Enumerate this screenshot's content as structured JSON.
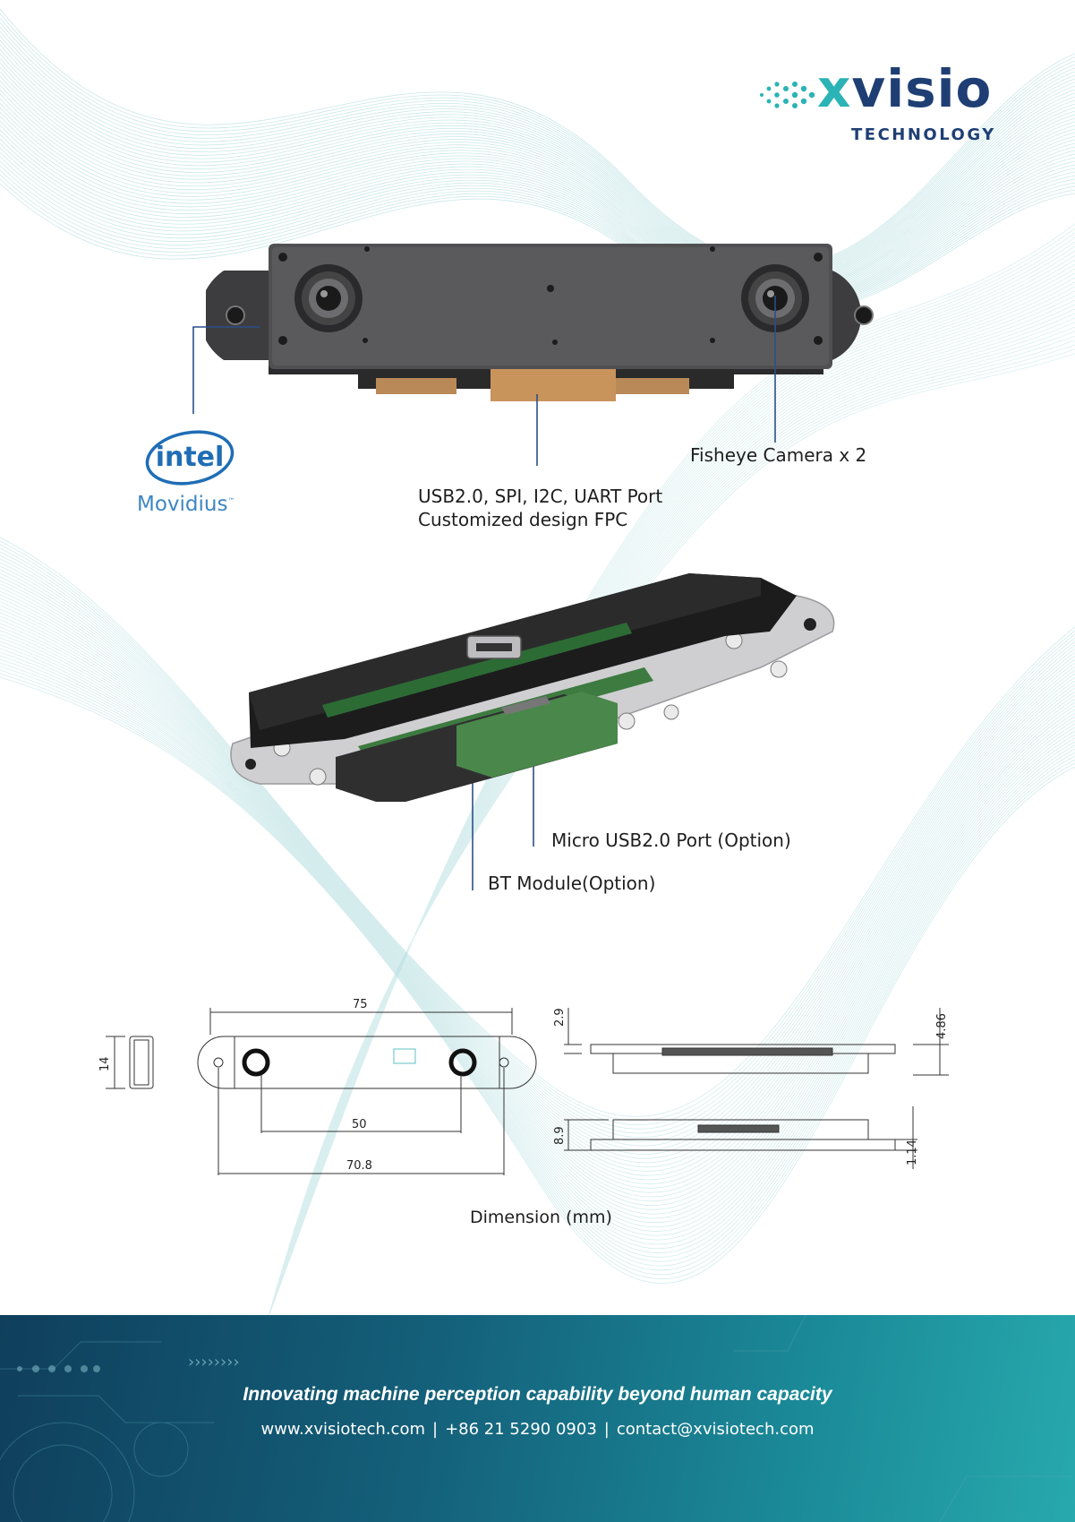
{
  "brand": {
    "logo_word_x": "x",
    "logo_word_rest": "visio",
    "logo_sub": "TECHNOLOGY",
    "accent_color": "#2bb3b5",
    "brand_color": "#1f3f74"
  },
  "partner": {
    "intel_word": "intel",
    "movidius": "Movidius",
    "tm": "™"
  },
  "callouts": {
    "fisheye": "Fisheye Camera x 2",
    "port_line1": "USB2.0, SPI, I2C, UART Port",
    "port_line2": "Customized design FPC",
    "micro_usb": "Micro USB2.0 Port (Option)",
    "bt_module": "BT Module(Option)"
  },
  "dimensions": {
    "title": "Dimension (mm)",
    "overall_length": "75",
    "camera_baseline": "50",
    "hole_spacing": "70.8",
    "height": "14",
    "side_top": "2.9",
    "side_total": "4.86",
    "bottom_total": "8.9",
    "bottom_pcb": "1.14"
  },
  "footer": {
    "tagline": "Innovating machine perception capability beyond human capacity",
    "website": "www.xvisiotech.com",
    "phone": "+86 21 5290 0903",
    "email": "contact@xvisiotech.com",
    "separator": "|"
  }
}
